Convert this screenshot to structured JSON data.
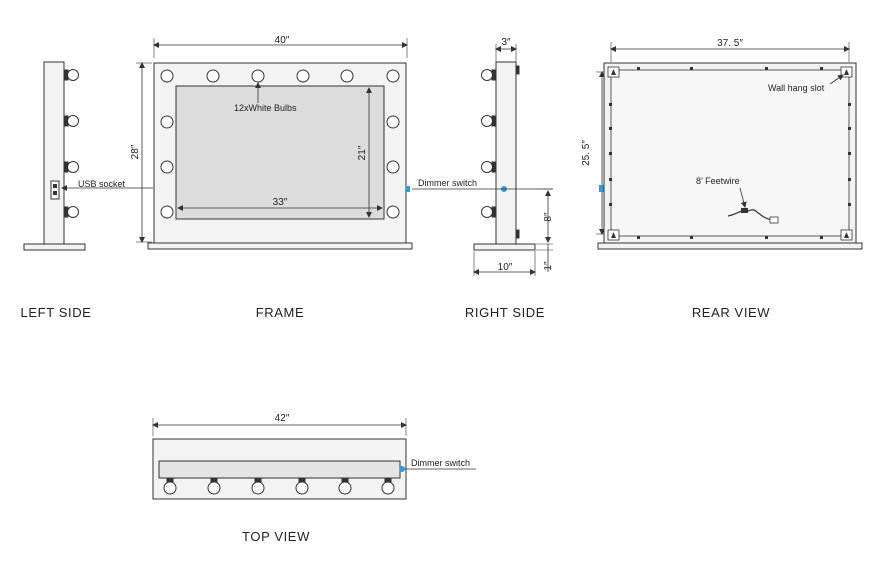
{
  "views": {
    "left_side": "LEFT SIDE",
    "frame": "FRAME",
    "right_side": "RIGHT SIDE",
    "rear_view": "REAR VIEW",
    "top_view": "TOP VIEW"
  },
  "dimensions": {
    "frame_width": "40″",
    "frame_height": "28″",
    "mirror_width": "33″",
    "mirror_height": "21″",
    "right_depth_top": "3″",
    "right_base_depth": "10″",
    "right_base_height": "8″",
    "right_base_thickness": "1″",
    "rear_width": "37. 5″",
    "rear_height": "25. 5″",
    "top_width": "42″"
  },
  "annotations": {
    "bulbs": "12xWhite Bulbs",
    "usb": "USB socket",
    "dimmer_right": "Dimmer switch",
    "dimmer_top": "Dimmer switch",
    "wall_slot": "Wall hang slot",
    "feetwire": "8’ Feetwire"
  },
  "colors": {
    "line": "#333333",
    "frame_fill": "#f3f3f3",
    "mirror_fill": "#dcdcdc",
    "accent": "#2a9fd8"
  }
}
